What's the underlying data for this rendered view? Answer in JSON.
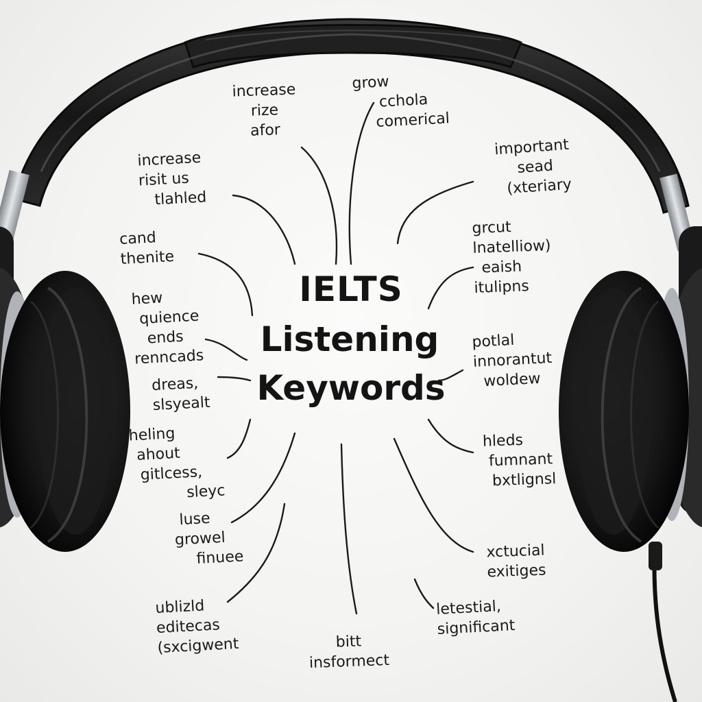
{
  "title": {
    "line1": "IELTS",
    "line2": "Listening",
    "line3": "Keywords"
  },
  "keyword_groups": [
    {
      "id": "top-center",
      "words": [
        "increase",
        "rize",
        "afor"
      ]
    },
    {
      "id": "top-right",
      "words": [
        "grow",
        "cchola",
        "comerical"
      ]
    },
    {
      "id": "upper-left",
      "words": [
        "increase",
        "risit us",
        "tlahled"
      ]
    },
    {
      "id": "upper-right",
      "words": [
        "important",
        "sead",
        "(xteriary"
      ]
    },
    {
      "id": "mid-left-1",
      "words": [
        "cand",
        "thenite"
      ]
    },
    {
      "id": "mid-right-1",
      "words": [
        "grcut",
        "lnatelliow)",
        "eaish",
        "itulipns"
      ]
    },
    {
      "id": "mid-left-2",
      "words": [
        "hew",
        "quience",
        "ends",
        "renncads"
      ]
    },
    {
      "id": "mid-left-3",
      "words": [
        "dreas,",
        "slsyealt"
      ]
    },
    {
      "id": "mid-right-2",
      "words": [
        "potlal",
        "innorantut",
        "woldew"
      ]
    },
    {
      "id": "lower-left-1",
      "words": [
        "heling",
        "ahout",
        "gitlcess,",
        "sleyc"
      ]
    },
    {
      "id": "lower-right-1",
      "words": [
        "hleds",
        "fumnant",
        "bxtlignsl"
      ]
    },
    {
      "id": "lower-left-2",
      "words": [
        "luse",
        "growel",
        "finuee"
      ]
    },
    {
      "id": "lower-right-2",
      "words": [
        "xctucial",
        "exitiges"
      ]
    },
    {
      "id": "bottom-left",
      "words": [
        "ublizld",
        "editecas",
        "(sxcigwent"
      ]
    },
    {
      "id": "bottom-center",
      "words": [
        "bitt",
        "insformect"
      ]
    },
    {
      "id": "bottom-right",
      "words": [
        "letestial,",
        "significant"
      ]
    }
  ],
  "colors": {
    "ink": "#141414",
    "background": "#f4f4f2",
    "headphone_body": "#161616",
    "headphone_metal": "#b8bcc0"
  }
}
